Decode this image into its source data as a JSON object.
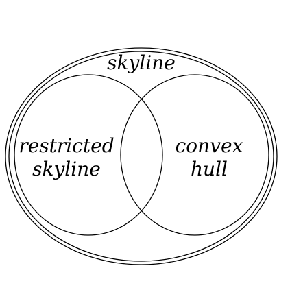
{
  "diagram": {
    "outer_label": "skyline",
    "left_label_line1": "restricted",
    "left_label_line2": "skyline",
    "right_label_line1": "convex",
    "right_label_line2": "hull"
  }
}
